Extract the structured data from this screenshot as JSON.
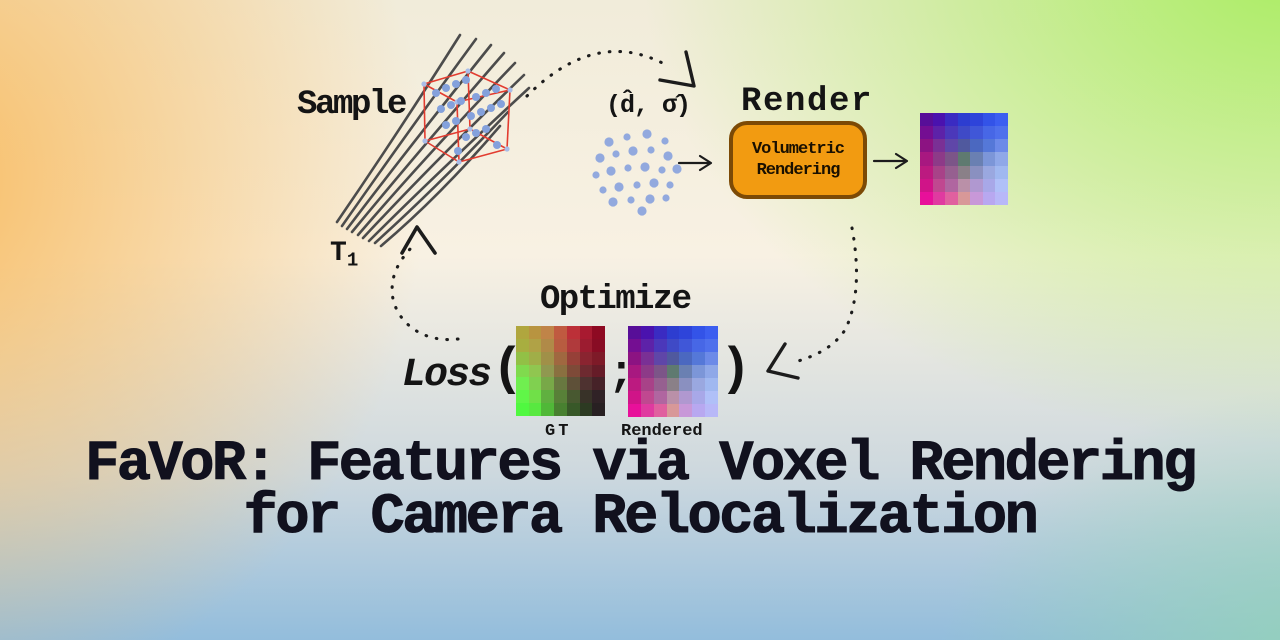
{
  "title": {
    "line1": "FaVoR: Features via Voxel Rendering",
    "line2": "for Camera Relocalization"
  },
  "diagram": {
    "sample_label": "Sample",
    "camera_pose_label": "T",
    "camera_pose_sub": "1",
    "direction_density_label": "(d̂, σ̂)",
    "render_label": "Render",
    "volumetric_box_line1": "Volumetric",
    "volumetric_box_line2": "Rendering",
    "optimize_label": "Optimize",
    "loss_label": "Loss",
    "paren_open": "(",
    "semicolon": ";",
    "paren_close": ")",
    "gt_label": "GT",
    "rendered_label": "Rendered"
  },
  "colors": {
    "title_text": "#11111e",
    "label_text": "#141414",
    "box_fill": "#f29b11",
    "box_border": "#7c4a06",
    "ray": "#4c4c4c",
    "cube": "#e23c30",
    "dot": "#84a1dc",
    "stroke": "#1c1c1c"
  },
  "patches": {
    "rendered": [
      [
        "#570e98",
        "#4a12ae",
        "#3a2bc2",
        "#2d3dd0",
        "#2e44da",
        "#3353e8",
        "#3c5ef0"
      ],
      [
        "#740e92",
        "#5d22a8",
        "#4b38ba",
        "#3f4ac6",
        "#4057d8",
        "#4767e6",
        "#4f70ec"
      ],
      [
        "#8c1382",
        "#7a3095",
        "#5f46a8",
        "#50599e",
        "#4b68c0",
        "#5578d8",
        "#6c8ae8"
      ],
      [
        "#a81880",
        "#8d3a88",
        "#7c5588",
        "#5f7a70",
        "#6a80b2",
        "#7c96d8",
        "#8fa8e8"
      ],
      [
        "#bc1a80",
        "#a84288",
        "#966090",
        "#8a8088",
        "#8a90c0",
        "#9aa8e0",
        "#a0b8f0"
      ],
      [
        "#d01488",
        "#c04890",
        "#b066a0",
        "#ba90a8",
        "#b098d0",
        "#a8a8e8",
        "#b0c0f8"
      ],
      [
        "#e8109a",
        "#e03aa0",
        "#e0609f",
        "#d89898",
        "#c898d8",
        "#b8a8f0",
        "#b8b8f8"
      ]
    ],
    "gt": [
      [
        "#b0a63e",
        "#b89440",
        "#c08448",
        "#c05a40",
        "#bc3038",
        "#a81a30",
        "#8e0a22"
      ],
      [
        "#a8ae40",
        "#b0a246",
        "#b08a48",
        "#b85c40",
        "#b03a3c",
        "#9c1c30",
        "#880c24"
      ],
      [
        "#92c046",
        "#a0ae48",
        "#a09048",
        "#a06840",
        "#964038",
        "#8a2430",
        "#7e1a28"
      ],
      [
        "#80da4e",
        "#90c650",
        "#909850",
        "#8a7040",
        "#7e4a38",
        "#6e2a30",
        "#661c28"
      ],
      [
        "#70ee50",
        "#80d050",
        "#78a848",
        "#687840",
        "#5e5038",
        "#4e3230",
        "#462228"
      ],
      [
        "#60f648",
        "#70e048",
        "#60b040",
        "#588038",
        "#485830",
        "#383228",
        "#302226"
      ],
      [
        "#50f840",
        "#58e840",
        "#50b838",
        "#488030",
        "#385828",
        "#2c3a22",
        "#282022"
      ]
    ]
  }
}
